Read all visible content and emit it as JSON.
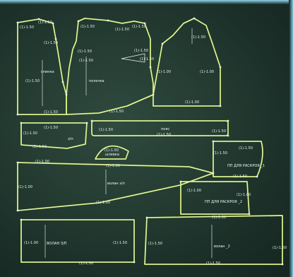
{
  "colors": {
    "background": "#233a31",
    "outline": "#c8e84a",
    "inner_line": "#f3f7e8",
    "text": "#e6f0ea",
    "frame": "#8fd3ea"
  },
  "seam_label": "(1)-1.50",
  "seam_label_alt": "(1)-1.00",
  "pieces": {
    "back": "спинка",
    "shelf": "полочка",
    "belt": "пояс",
    "podkroy": "ПП ДЛЯ РАСКРОЯ _1",
    "podkroy2": "ПП ДЛЯ РАСКРОЯ _2",
    "volan_zp": "волан з/п",
    "volan_ZP": "ВОЛАН З/П",
    "volan2": "волан _2",
    "shlevka": "шлевка",
    "zp": "з/п"
  }
}
